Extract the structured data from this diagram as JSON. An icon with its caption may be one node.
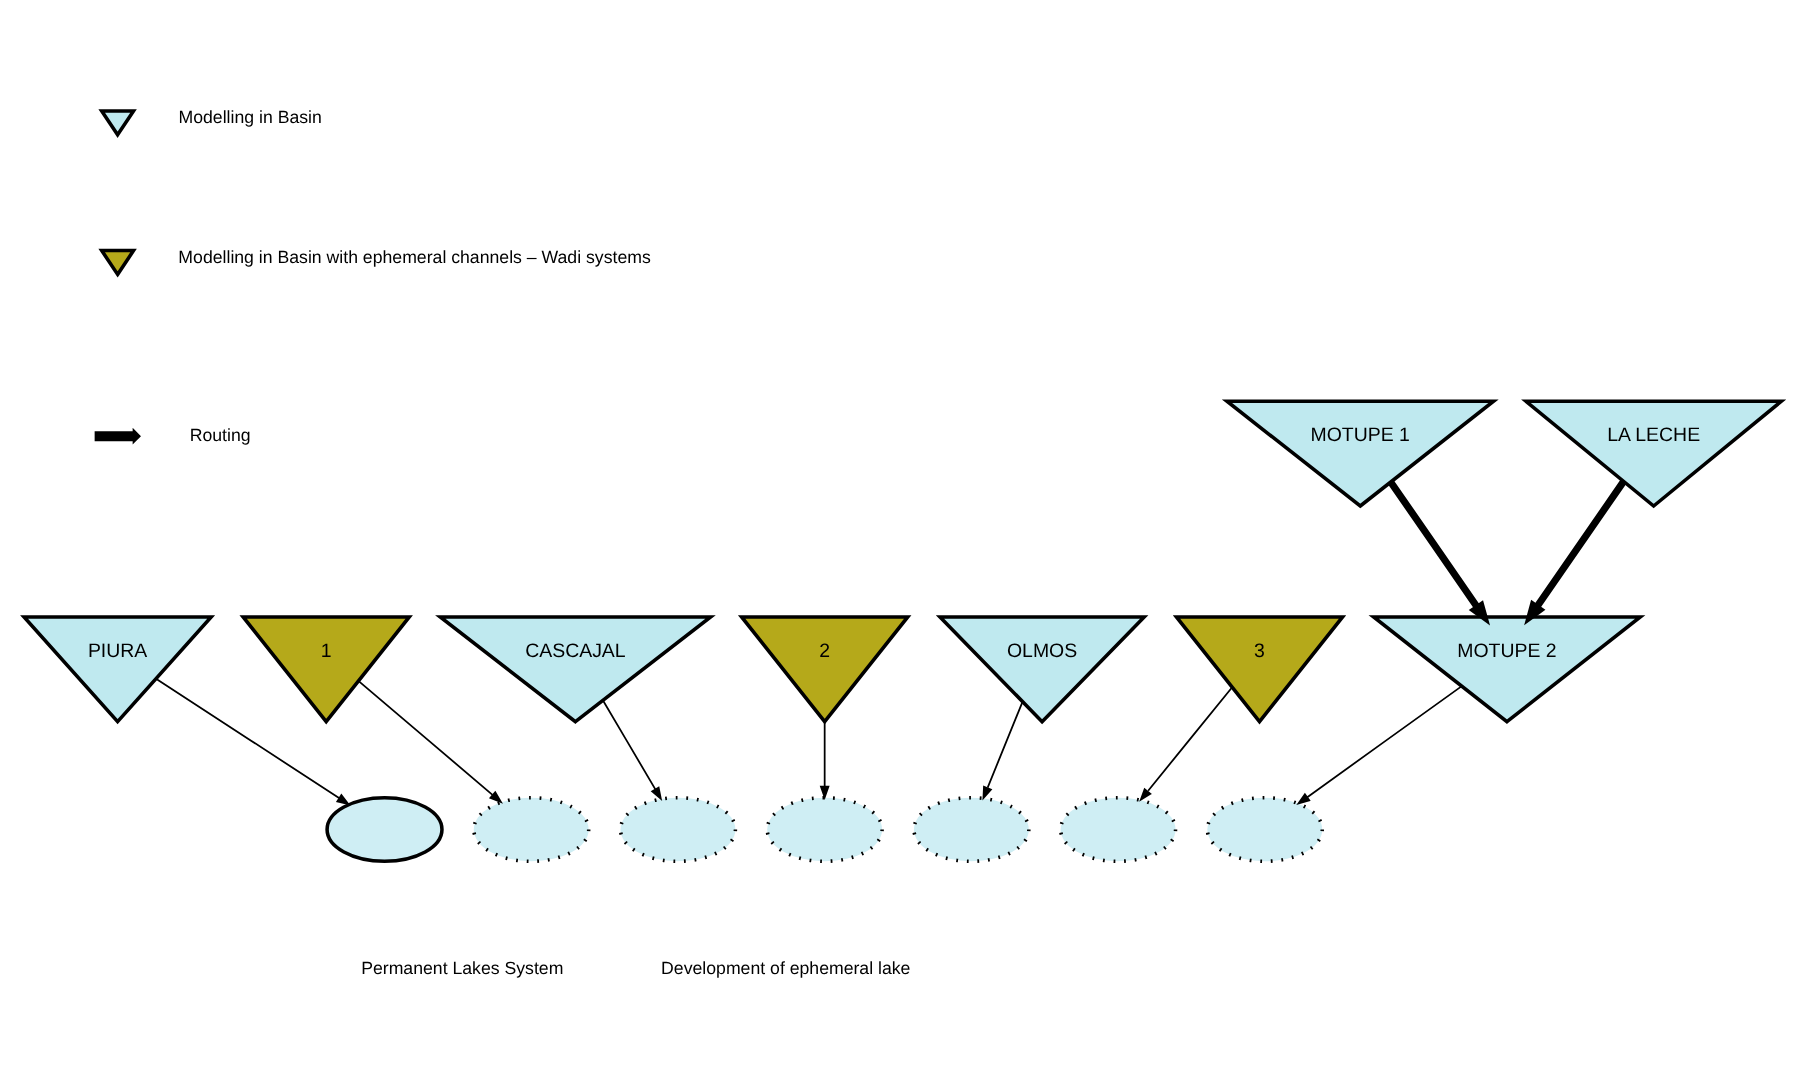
{
  "diagram": {
    "nodes": [
      {
        "text": [
          "MOTUPE 1"
        ]
      },
      {
        "text": [
          "LA LECHE"
        ]
      },
      {
        "text": [
          "PIURA"
        ]
      },
      {
        "text": [
          "1"
        ]
      },
      {
        "text": [
          "CASCAJAL"
        ]
      },
      {
        "text": [
          "2"
        ]
      },
      {
        "text": [
          "OLMOS"
        ]
      },
      {
        "text": [
          "3"
        ]
      },
      {
        "text": [
          "MOTUPE 2"
        ]
      },
      {
        "text": [],
        "shape": "ellipse"
      },
      {
        "text": [],
        "shape": "ellipse"
      },
      {
        "text": [],
        "shape": "ellipse"
      },
      {
        "text": [],
        "shape": "ellipse"
      },
      {
        "text": [],
        "shape": "ellipse"
      },
      {
        "text": [],
        "shape": "ellipse"
      },
      {
        "text": [],
        "shape": "ellipse"
      }
    ],
    "edges": [
      {
        "from": 0,
        "to": 8,
        "arrow": "to",
        "style": "thick"
      },
      {
        "from": 1,
        "to": 8,
        "arrow": "to",
        "style": "thick"
      },
      {
        "from": 2,
        "to": 9,
        "arrow": "to"
      },
      {
        "from": 3,
        "to": 10,
        "arrow": "to"
      },
      {
        "from": 4,
        "to": 11,
        "arrow": "to"
      },
      {
        "from": 5,
        "to": 12,
        "arrow": "to"
      },
      {
        "from": 6,
        "to": 13,
        "arrow": "to"
      },
      {
        "from": 7,
        "to": 14,
        "arrow": "to"
      },
      {
        "from": 8,
        "to": 15,
        "arrow": "to"
      }
    ],
    "labels": [
      "Permanent Lakes System",
      "Development of ephemeral lake"
    ],
    "legend": [
      {
        "text": "Modelling in Basin"
      },
      {
        "text": "Modelling in Basin with ephemeral channels – Wadi systems"
      },
      {
        "text": "Routing"
      }
    ]
  }
}
